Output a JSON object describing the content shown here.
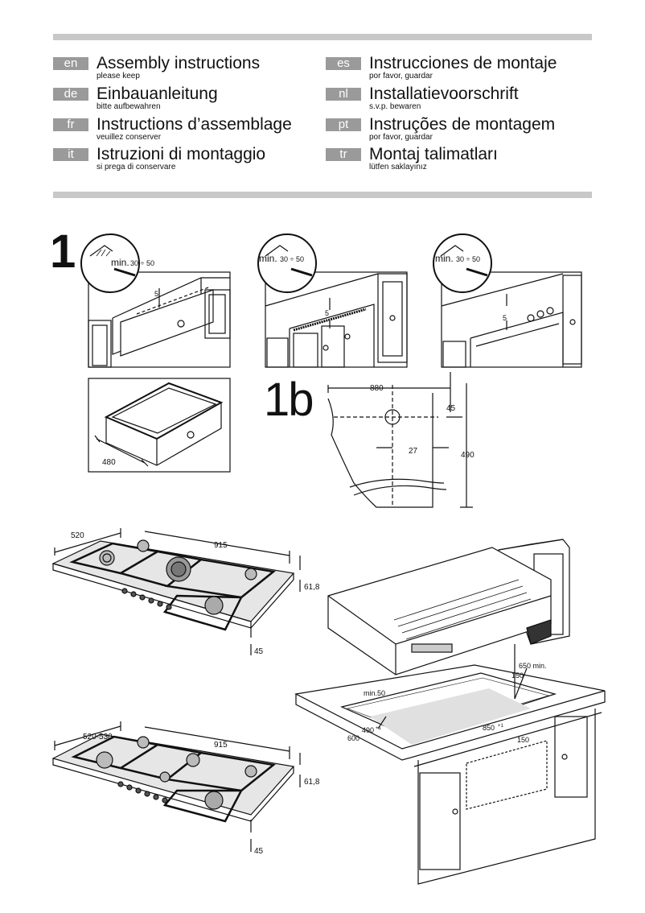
{
  "languages": [
    {
      "code": "en",
      "title": "Assembly instructions",
      "note": "please keep"
    },
    {
      "code": "de",
      "title": "Einbauanleitung",
      "note": "bitte aufbewahren"
    },
    {
      "code": "fr",
      "title": "Instructions d’assemblage",
      "note": "veuillez conserver"
    },
    {
      "code": "it",
      "title": "Istruzioni di montaggio",
      "note": "si prega di conservare"
    },
    {
      "code": "es",
      "title": "Instrucciones de montaje",
      "note": "por favor, guardar"
    },
    {
      "code": "nl",
      "title": "Installatievoorschrift",
      "note": "s.v.p. bewaren"
    },
    {
      "code": "pt",
      "title": "Instruções de montagem",
      "note": "por favor, guardar"
    },
    {
      "code": "tr",
      "title": "Montaj talimatları",
      "note": "lütfen saklayınız"
    }
  ],
  "figure1": {
    "step_label": "1",
    "min_label": "min.",
    "range_label": "30 ÷ 50",
    "gap_label": "5",
    "drawer_depth": "480"
  },
  "figure1b": {
    "step_label": "1b",
    "width": "880",
    "top": "45",
    "side": "27",
    "height": "490"
  },
  "hob1": {
    "depth": "520",
    "width": "915",
    "height": "61,8",
    "below": "45"
  },
  "hob2": {
    "depth": "520-530",
    "width": "915",
    "height": "61,8",
    "below": "45"
  },
  "hood": {
    "min_height": "650 min.",
    "side_clearance": "150",
    "min_back": "min.50",
    "cut_depth": "490",
    "cut_tol": "+1",
    "cut_width": "850",
    "worktop": "600",
    "below_clearance": "150"
  }
}
